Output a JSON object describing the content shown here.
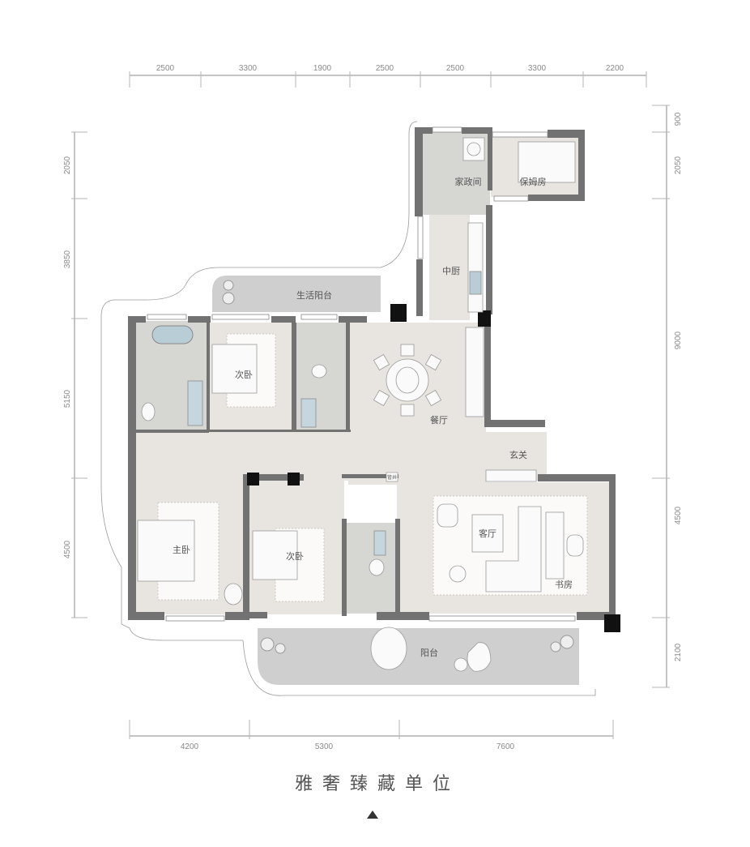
{
  "plan_title": "雅奢臻藏单位",
  "dimensions": {
    "top": [
      "2500",
      "3300",
      "1900",
      "2500",
      "2500",
      "3300",
      "2200"
    ],
    "left": [
      "2050",
      "3850",
      "5150",
      "4500"
    ],
    "right": [
      "900",
      "2050",
      "9000",
      "4500",
      "2100"
    ],
    "bottom": [
      "4200",
      "5300",
      "7600"
    ]
  },
  "rooms": {
    "housekeeping": "家政间",
    "nanny_room": "保姆房",
    "kitchen": "中厨",
    "utility_balcony": "生活阳台",
    "bedroom_upper": "次卧",
    "dining": "餐厅",
    "foyer": "玄关",
    "master_bedroom": "主卧",
    "bedroom_lower": "次卧",
    "living_room": "客厅",
    "study": "书房",
    "balcony": "阳台",
    "shaft": "管井"
  },
  "colors": {
    "wall": "#727272",
    "floor_living": "#e8e4df",
    "floor_wet": "#d6d6d3",
    "balcony": "#cfcfcf",
    "column": "#111111"
  }
}
